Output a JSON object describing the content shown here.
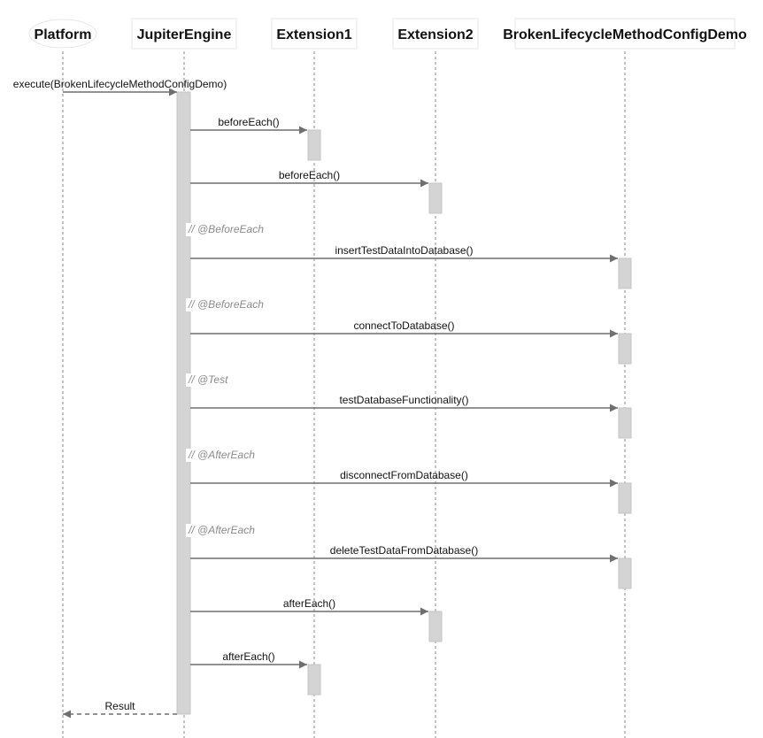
{
  "colors": {
    "activation": "#d4d4d4",
    "arrow": "#6f6f6f",
    "lifeline": "#8a8a8a",
    "note_text": "#8a8a8a"
  },
  "participants": [
    {
      "id": "platform",
      "label": "Platform",
      "shape": "ellipse"
    },
    {
      "id": "jupiter",
      "label": "JupiterEngine",
      "shape": "box"
    },
    {
      "id": "ext1",
      "label": "Extension1",
      "shape": "box"
    },
    {
      "id": "ext2",
      "label": "Extension2",
      "shape": "box"
    },
    {
      "id": "demo",
      "label": "BrokenLifecycleMethodConfigDemo",
      "shape": "box"
    }
  ],
  "messages": [
    {
      "from": "platform",
      "to": "jupiter",
      "label": "execute(BrokenLifecycleMethodConfigDemo)",
      "type": "sync"
    },
    {
      "from": "jupiter",
      "to": "ext1",
      "label": "beforeEach()",
      "type": "sync"
    },
    {
      "from": "jupiter",
      "to": "ext2",
      "label": "beforeEach()",
      "type": "sync"
    },
    {
      "from": "jupiter",
      "to": "demo",
      "label": "insertTestDataIntoDatabase()",
      "type": "sync",
      "note": "// @BeforeEach"
    },
    {
      "from": "jupiter",
      "to": "demo",
      "label": "connectToDatabase()",
      "type": "sync",
      "note": "// @BeforeEach"
    },
    {
      "from": "jupiter",
      "to": "demo",
      "label": "testDatabaseFunctionality()",
      "type": "sync",
      "note": "// @Test"
    },
    {
      "from": "jupiter",
      "to": "demo",
      "label": "disconnectFromDatabase()",
      "type": "sync",
      "note": "// @AfterEach"
    },
    {
      "from": "jupiter",
      "to": "demo",
      "label": "deleteTestDataFromDatabase()",
      "type": "sync",
      "note": "// @AfterEach"
    },
    {
      "from": "jupiter",
      "to": "ext2",
      "label": "afterEach()",
      "type": "sync"
    },
    {
      "from": "jupiter",
      "to": "ext1",
      "label": "afterEach()",
      "type": "sync"
    },
    {
      "from": "jupiter",
      "to": "platform",
      "label": "Result",
      "type": "return"
    }
  ]
}
